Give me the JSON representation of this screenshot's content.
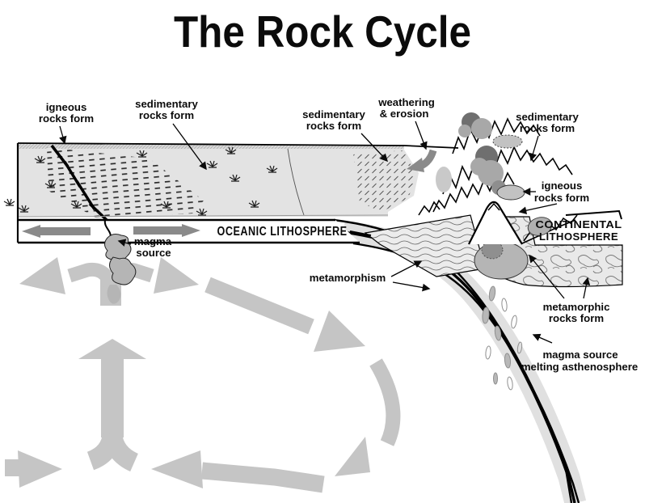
{
  "title": "The Rock Cycle",
  "labels": {
    "igneous_left": {
      "l1": "igneous",
      "l2": "rocks form"
    },
    "sedimentary_left": {
      "l1": "sedimentary",
      "l2": "rocks form"
    },
    "sedimentary_mid": {
      "l1": "sedimentary",
      "l2": "rocks form"
    },
    "weathering": {
      "l1": "weathering",
      "l2": "& erosion"
    },
    "sedimentary_right": {
      "l1": "sedimentary",
      "l2": "rocks form"
    },
    "igneous_right": {
      "l1": "igneous",
      "l2": "rocks form"
    },
    "magma_source_ridge": {
      "l1": "magma",
      "l2": "source"
    },
    "oceanic_lithosphere": "OCEANIC LITHOSPHERE",
    "continental_lithosphere": {
      "l1": "CONTINENTAL",
      "l2": "LITHOSPHERE"
    },
    "metamorphism": "metamorphism",
    "metamorphic": {
      "l1": "metamorphic",
      "l2": "rocks form"
    },
    "magma_source_asthenosphere": {
      "l1": "magma source",
      "l2": "melting asthenosphere"
    }
  },
  "colors": {
    "background": "#ffffff",
    "line": "#000000",
    "ocean_surface": "#e3e3e3",
    "convection_arrow": "#c5c5c5",
    "plate_arrow": "#8a8a8a",
    "magma": "#b5b5b5",
    "smoke_dark": "#6f6f6f",
    "smoke_light": "#a8a8a8",
    "crust_texture": "#e9e9e9"
  }
}
